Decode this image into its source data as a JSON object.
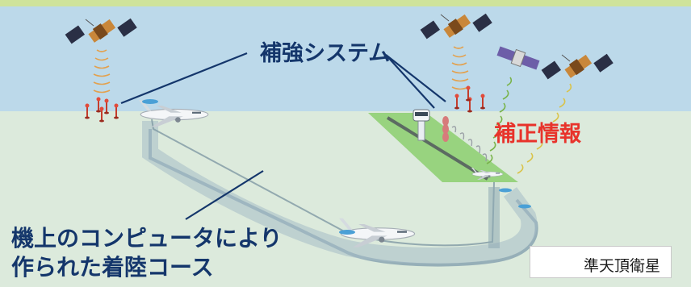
{
  "labels": {
    "augmentation_system": "補強システム",
    "correction_info": "補正情報",
    "course_line1": "機上のコンピュータにより",
    "course_line2": "作られた着陸コース"
  },
  "legend": {
    "label": "準天頂衛星",
    "icon": "qzss-satellite-icon"
  },
  "colors": {
    "top_bar": "#cfe39b",
    "sky": "#bcd9ea",
    "ground": "#dceadc",
    "runway_field": "#8ccf6e",
    "course_ribbon": "#8ea9b4",
    "leader_line": "#14366b",
    "correction_text": "#e8332b"
  },
  "icons": [
    "gps-satellite-icon",
    "qzss-satellite-icon",
    "ground-antenna-icon",
    "control-tower-icon",
    "airplane-icon"
  ]
}
